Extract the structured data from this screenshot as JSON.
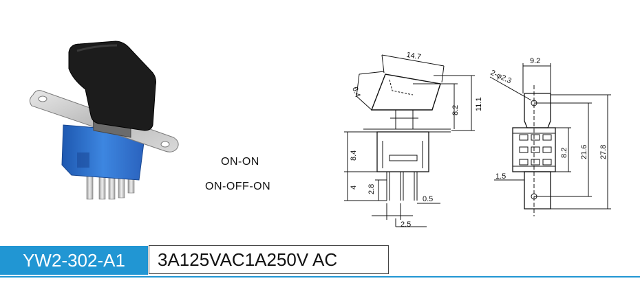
{
  "modes": {
    "mode_1": "ON-ON",
    "mode_2": "ON-OFF-ON"
  },
  "dimensions": {
    "actuator_width": "14.7",
    "actuator_slant": "6.4",
    "actuator_height_inner": "8.2",
    "actuator_height_total": "11.1",
    "body_height": "8.4",
    "terminal_length": "4",
    "terminal_inner": "2.8",
    "terminal_thickness": "0.5",
    "terminal_pitch": "2.5",
    "width_top": "9.2",
    "mount_holes": "2-φ2.3",
    "pin_row_spacing": "8.2",
    "hole_spacing": "21.6",
    "overall_length": "27.8",
    "terminal_offset": "1.5"
  },
  "footer": {
    "model": "YW2-302-A1",
    "rating": "3A125VAC1A250V AC"
  },
  "colors": {
    "accent": "#2196d3",
    "body_blue": "#2f6fc8",
    "rocker": "#1c1c1c"
  }
}
